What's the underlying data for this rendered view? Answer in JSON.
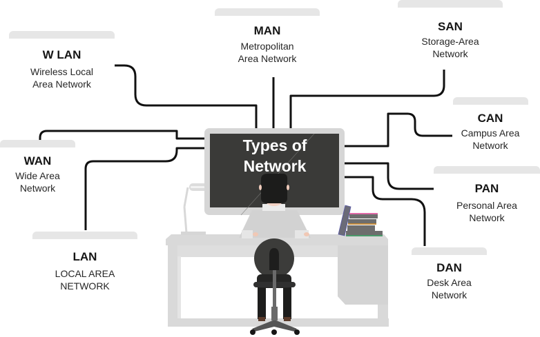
{
  "diagram": {
    "title_line1": "Types of",
    "title_line2": "Network",
    "nodes": [
      {
        "id": "wlan",
        "abbr": "W LAN",
        "full_line1": "Wireless Local",
        "full_line2": "Area Network"
      },
      {
        "id": "man",
        "abbr": "MAN",
        "full_line1": "Metropolitan",
        "full_line2": "Area Network"
      },
      {
        "id": "san",
        "abbr": "SAN",
        "full_line1": "Storage-Area",
        "full_line2": "Network"
      },
      {
        "id": "can",
        "abbr": "CAN",
        "full_line1": "Campus Area",
        "full_line2": "Network"
      },
      {
        "id": "wan",
        "abbr": "WAN",
        "full_line1": "Wide Area",
        "full_line2": "Network"
      },
      {
        "id": "pan",
        "abbr": "PAN",
        "full_line1": "Personal Area",
        "full_line2": "Network"
      },
      {
        "id": "lan",
        "abbr": "LAN",
        "full_line1": "LOCAL AREA",
        "full_line2": "NETWORK"
      },
      {
        "id": "dan",
        "abbr": "DAN",
        "full_line1": "Desk Area",
        "full_line2": "Network"
      }
    ],
    "colors": {
      "connector": "#111111",
      "card_header": "#e6e6e6",
      "monitor_frame": "#d6d6d6",
      "screen": "#3a3a38",
      "desk": "#d9d9d9",
      "chair": "#3c3c3a"
    }
  }
}
